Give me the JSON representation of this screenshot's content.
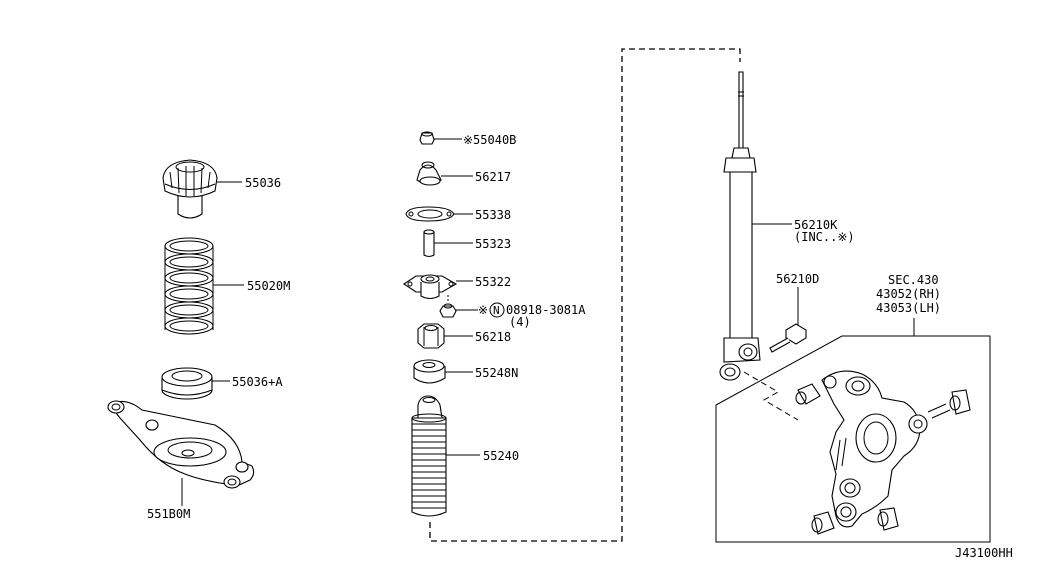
{
  "diagram_id": "J43100HH",
  "parts": {
    "p55036": "55036",
    "p55020m": "55020M",
    "p55036a": "55036+A",
    "p551b0m": "551B0M",
    "p55040b": "※55040B",
    "p56217": "56217",
    "p55338": "55338",
    "p55323": "55323",
    "p55322": "55322",
    "p08918_prefix": "※",
    "p08918_circle": "N",
    "p08918": "08918-3081A",
    "p08918_qty": "(4)",
    "p56218": "56218",
    "p55248n": "55248N",
    "p55240": "55240",
    "p56210k": "56210K",
    "p56210k_note": "(INC..※)",
    "p56210d": "56210D",
    "sec430": "SEC.430",
    "p43052": "43052(RH)",
    "p43053": "43053(LH)"
  }
}
